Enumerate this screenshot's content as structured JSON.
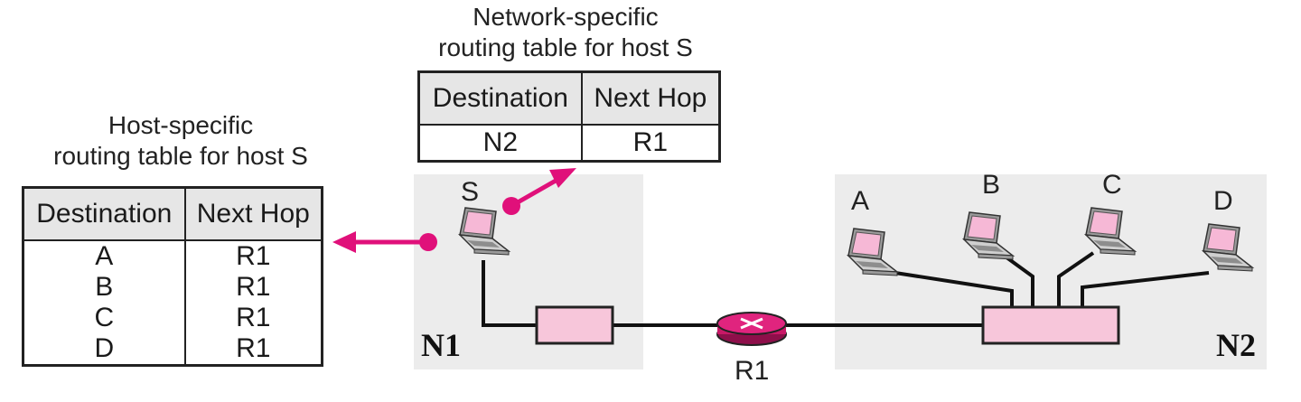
{
  "host_specific": {
    "caption_line1": "Host-specific",
    "caption_line2": "routing table for host S",
    "headers": [
      "Destination",
      "Next Hop"
    ],
    "rows": [
      [
        "A",
        "R1"
      ],
      [
        "B",
        "R1"
      ],
      [
        "C",
        "R1"
      ],
      [
        "D",
        "R1"
      ]
    ]
  },
  "network_specific": {
    "caption_line1": "Network-specific",
    "caption_line2": "routing table for host S",
    "headers": [
      "Destination",
      "Next Hop"
    ],
    "rows": [
      [
        "N2",
        "R1"
      ]
    ]
  },
  "hosts": {
    "s": "S",
    "a": "A",
    "b": "B",
    "c": "C",
    "d": "D"
  },
  "networks": {
    "n1": "N1",
    "n2": "N2"
  },
  "router": "R1",
  "colors": {
    "arrow": "#e0107a",
    "laptop_screen": "#f6b8d6",
    "switch_fill": "#f7c6da",
    "network_bg": "#ececec",
    "router": "#d81b72"
  }
}
